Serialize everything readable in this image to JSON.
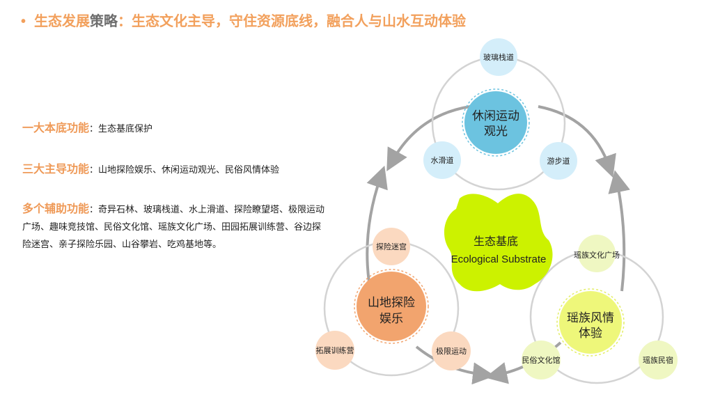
{
  "header": {
    "bullet": "•",
    "part1": "生态发展",
    "part2": "策略",
    "part3": "：生态文化主导，守住资源底线，融合人与山水互动体验"
  },
  "functions": [
    {
      "label": "一大本底功能",
      "sep": "：",
      "text": "生态基底保护"
    },
    {
      "label": "三大主导功能",
      "sep": "：",
      "text": "山地探险娱乐、休闲运动观光、民俗风情体验"
    },
    {
      "label": "多个辅助功能",
      "sep": "：",
      "text": "奇异石林、玻璃栈道、水上滑道、探险瞭望塔、极限运动广场、趣味竞技馆、民俗文化馆、瑶族文化广场、田园拓展训练营、谷边探险迷宫、亲子探险乐园、山谷攀岩、吃鸡基地等。"
    }
  ],
  "diagram": {
    "center": {
      "line1": "生态基底",
      "line2": "Ecological Substrate"
    },
    "hubs": [
      {
        "line1": "休闲运动",
        "line2": "观光",
        "color": "#6cc3e0"
      },
      {
        "line1": "山地探险",
        "line2": "娱乐",
        "color": "#f2a46e"
      },
      {
        "line1": "瑶族风情",
        "line2": "体验",
        "color": "#eef77a"
      }
    ],
    "satellites": [
      {
        "label": "玻璃栈道",
        "color": "#d4eefa"
      },
      {
        "label": "水滑道",
        "color": "#d4eefa"
      },
      {
        "label": "游步道",
        "color": "#d4eefa"
      },
      {
        "label": "探险迷宫",
        "color": "#fbd9c0"
      },
      {
        "label": "拓展训练营",
        "color": "#fbd9c0"
      },
      {
        "label": "极限运动",
        "color": "#fbd9c0"
      },
      {
        "label": "瑶族文化广场",
        "color": "#eff7c2"
      },
      {
        "label": "民俗文化馆",
        "color": "#eff7c2"
      },
      {
        "label": "瑶族民宿",
        "color": "#eff7c2"
      }
    ],
    "colors": {
      "cycle_arrow": "#a3a3a3",
      "substrate": "#ccf200",
      "ring": "#d3d3d3"
    }
  }
}
